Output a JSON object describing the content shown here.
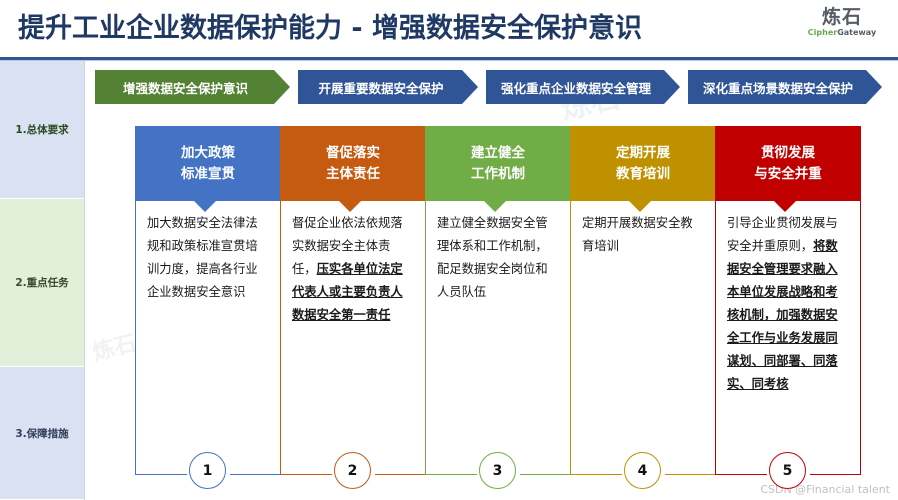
{
  "header": {
    "title": "提升工业企业数据保护能力 - 增强数据安全保护意识",
    "logo_cn": "炼石",
    "logo_en_1": "Cipher",
    "logo_en_2": "Gateway"
  },
  "sidebar": {
    "sections": [
      {
        "label": "1.总体要求",
        "color": "#d9e1f2"
      },
      {
        "label": "2.重点任务",
        "color": "#e2efd9"
      },
      {
        "label": "3.保障措施",
        "color": "#d9e1f2"
      }
    ]
  },
  "banner": {
    "steps": [
      {
        "label": "增强数据安全保护意识",
        "color": "#548235"
      },
      {
        "label": "开展重要数据安全保护",
        "color": "#2f5597"
      },
      {
        "label": "强化重点企业数据安全管理",
        "color": "#2f5597"
      },
      {
        "label": "深化重点场景数据安全保护",
        "color": "#2f5597"
      }
    ]
  },
  "cards": [
    {
      "number": "1",
      "color": "#4472c4",
      "title_line1": "加大政策",
      "title_line2": "标准宣贯",
      "body_plain": "加大数据安全法律法规和政策标准宣贯培训力度，提高各行业企业数据安全意识",
      "body_underlined": ""
    },
    {
      "number": "2",
      "color": "#c55a11",
      "title_line1": "督促落实",
      "title_line2": "主体责任",
      "body_plain": "督促企业依法依规落实数据安全主体责任，",
      "body_underlined": "压实各单位法定代表人或主要负责人数据安全第一责任"
    },
    {
      "number": "3",
      "color": "#70ad47",
      "title_line1": "建立健全",
      "title_line2": "工作机制",
      "body_plain": "建立健全数据安全管理体系和工作机制，配足数据安全岗位和人员队伍",
      "body_underlined": ""
    },
    {
      "number": "4",
      "color": "#bf9000",
      "title_line1": "定期开展",
      "title_line2": "教育培训",
      "body_plain": "定期开展数据安全教育培训",
      "body_underlined": ""
    },
    {
      "number": "5",
      "color": "#c00000",
      "title_line1": "贯彻发展",
      "title_line2": "与安全并重",
      "body_plain": "引导企业贯彻发展与安全并重原则，",
      "body_underlined": "将数据安全管理要求融入本单位发展战略和考核机制，加强数据安全工作与业务发展同谋划、同部署、同落实、同考核"
    }
  ],
  "watermarks": {
    "center": "炼石",
    "left": "炼石",
    "corner": "CSDN @Financial talent"
  }
}
